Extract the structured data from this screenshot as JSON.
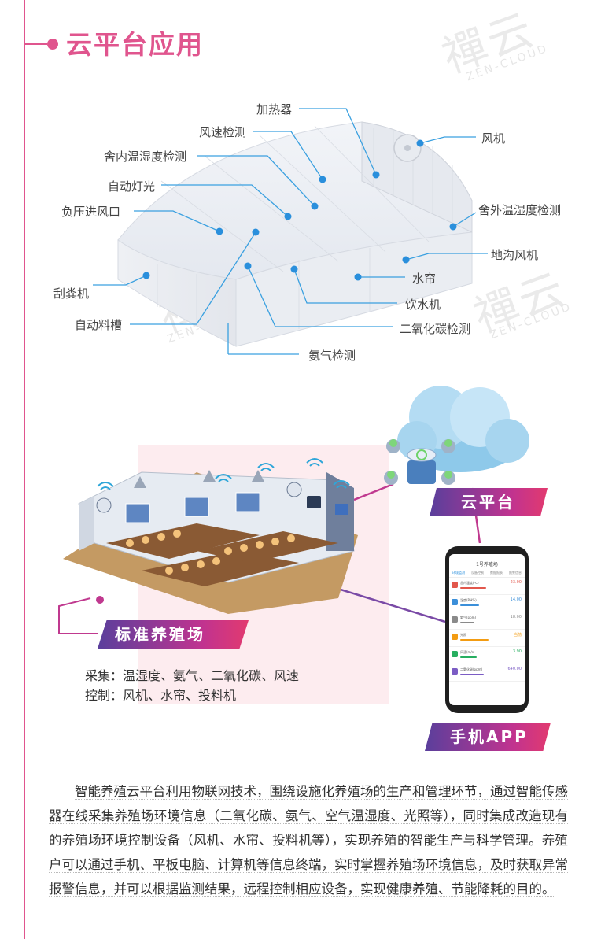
{
  "section": {
    "title": "云平台应用"
  },
  "watermark": {
    "brand": "禪云",
    "sub": "ZEN-CLOUD"
  },
  "greenhouse": {
    "labels": {
      "heater": "加热器",
      "wind_speed": "风速检测",
      "inner_temp_humidity": "舍内温湿度检测",
      "auto_light": "自动灯光",
      "negative_inlet": "负压进风口",
      "scraper": "刮粪机",
      "auto_trough": "自动料槽",
      "fan": "风机",
      "outer_temp_humidity": "舍外温湿度检测",
      "trench_fan": "地沟风机",
      "water_curtain": "水帘",
      "drinker": "饮水机",
      "co2": "二氧化碳检测",
      "ammonia": "氨气检测"
    }
  },
  "diagram": {
    "cloud_label": "云平台",
    "farm_label": "标准养殖场",
    "app_label": "手机APP",
    "collect": "采集：温湿度、氨气、二氧化碳、风速",
    "control": "控制：风机、水帘、投料机"
  },
  "phone": {
    "title": "1号养殖场",
    "tabs": [
      "环境监测",
      "设备控制",
      "数据报表",
      "报警信息"
    ],
    "rows": [
      {
        "name": "舍内温度(℃)",
        "value": "23.00",
        "color": "#e2574c",
        "level": 0.55
      },
      {
        "name": "湿度(RH%)",
        "value": "14.00",
        "color": "#3b8fd9",
        "level": 0.4
      },
      {
        "name": "氨气(ppm)",
        "value": "18.00",
        "color": "#8a8a8a",
        "level": 0.3
      },
      {
        "name": "光照",
        "value": "当前",
        "color": "#f39c12",
        "level": 0.6
      },
      {
        "name": "风速(m/s)",
        "value": "3.90",
        "color": "#27ae60",
        "level": 0.35
      },
      {
        "name": "二氧化碳(ppm)",
        "value": "640.00",
        "color": "#7b5cc4",
        "level": 0.5
      }
    ]
  },
  "paragraph": [
    "智能养殖云平台利用物联网技术，围绕设施化养殖场的生产和管理环节，通过",
    "智能传感器在线采集养殖场环境信息（二氧化碳、氨气、空气温湿度、光照等），",
    "同时集成改造现有的养殖场环境控制设备（风机、水帘、投料机等），实现养殖的",
    "智能生产与科学管理。养殖户可以通过手机、平板电脑、计算机等信息终端，实时",
    "掌握养殖场环境信息，及时获取异常报警信息，并可以根据监测结果，远程控制相",
    "应设备，实现健康养殖、节能降耗的目的。"
  ],
  "colors": {
    "accent": "#e0558e",
    "pointer": "#3aa0e0",
    "tag_start": "#5a3f9c",
    "tag_end": "#e23a6f"
  }
}
